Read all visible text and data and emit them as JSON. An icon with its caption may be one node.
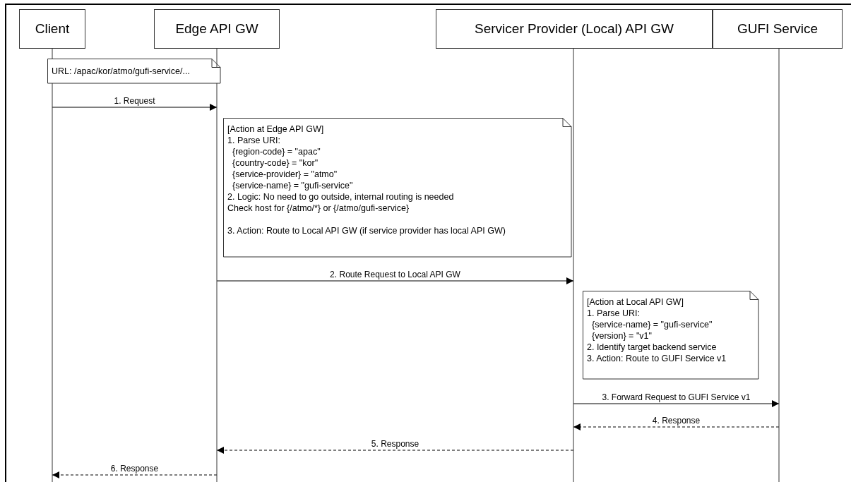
{
  "diagram": {
    "nodes": [
      {
        "text": [
          "Client"
        ]
      },
      {
        "text": [
          "Edge API GW"
        ]
      },
      {
        "text": [
          "Servicer Provider (Local) API GW"
        ]
      },
      {
        "text": [
          "GUFI Service"
        ]
      },
      {
        "text": [
          "URL: /apac/kor/atmo/gufi-service/..."
        ]
      },
      {
        "text": [
          "[Action at Edge API GW]",
          "1. Parse URI:",
          "{region-code} = \"apac\"",
          "{country-code} = \"kor\"",
          "{service-provider} = \"atmo\"",
          "{service-name} = \"gufi-service\"",
          "2. Logic: No need to go outside, internal routing is needed",
          "Check host for {/atmo/*} or {/atmo/gufi-service}",
          "3. Action: Route to Local API GW (if service provider has local API GW)"
        ]
      },
      {
        "text": [
          "[Action at Local API GW]",
          "1. Parse URI:",
          "{service-name} = \"gufi-service\"",
          "{version} = \"v1\"",
          "2. Identify target backend service",
          "3. Action: Route to GUFI Service v1"
        ]
      }
    ],
    "edges": [
      {
        "from": 0,
        "to": 1,
        "arrow": "to",
        "label": "1. Request"
      },
      {
        "from": 1,
        "to": 2,
        "arrow": "to",
        "label": "2. Route Request to Local API GW"
      },
      {
        "from": 2,
        "to": 3,
        "arrow": "to",
        "label": "3. Forward Request to GUFI Service v1"
      },
      {
        "from": 3,
        "to": 2,
        "arrow": "to",
        "label": "4. Response",
        "style": "dashed"
      },
      {
        "from": 2,
        "to": 1,
        "arrow": "to",
        "label": "5. Response",
        "style": "dashed"
      },
      {
        "from": 1,
        "to": 0,
        "arrow": "to",
        "label": "6. Response",
        "style": "dashed"
      }
    ]
  }
}
